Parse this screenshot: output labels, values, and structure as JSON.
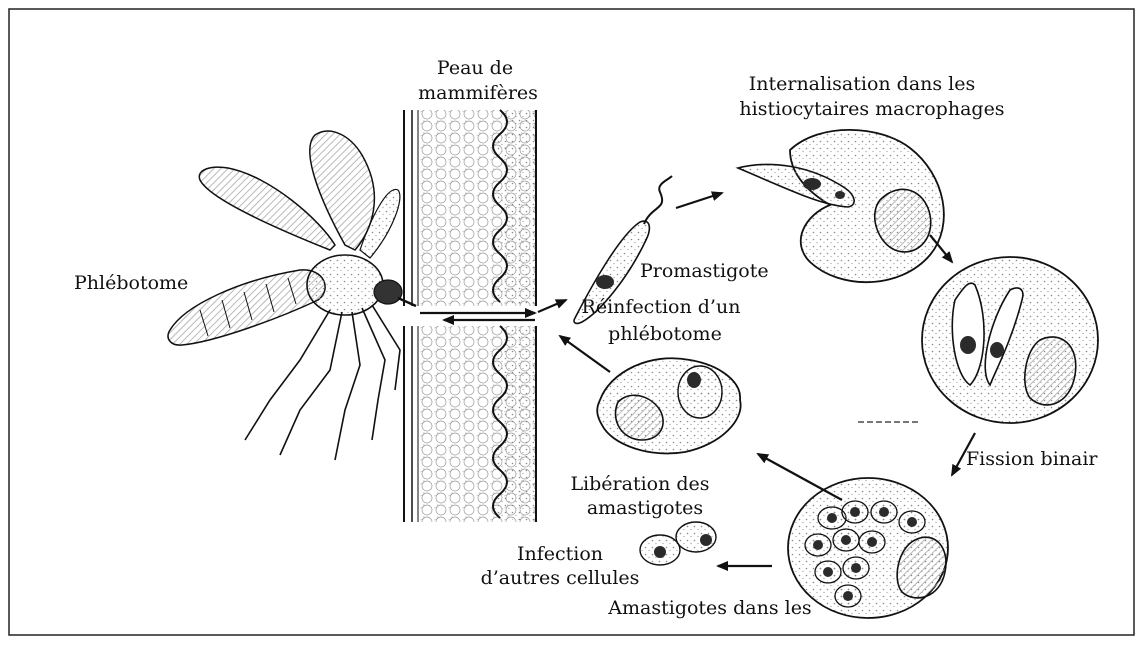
{
  "labels": {
    "skin": [
      "Peau de",
      "mammifères"
    ],
    "internalisation": [
      "Internalisation dans les",
      "histiocytaires macrophages"
    ],
    "fly": "Phlébotome",
    "promastigote": "Promastigote",
    "reinfection": [
      "Réinfection d’un",
      "phlébotome"
    ],
    "fission": "Fission binair",
    "liberation": [
      "Libération des",
      "amastigotes"
    ],
    "infection": [
      "Infection",
      "d’autres cellules"
    ],
    "amastigotes_in": "Amastigotes dans les"
  },
  "colors": {
    "ink": "#111111",
    "stipple": "#8a8a8a",
    "nucleus": "#2b2b2b",
    "hatch": "#bdbdbd"
  }
}
